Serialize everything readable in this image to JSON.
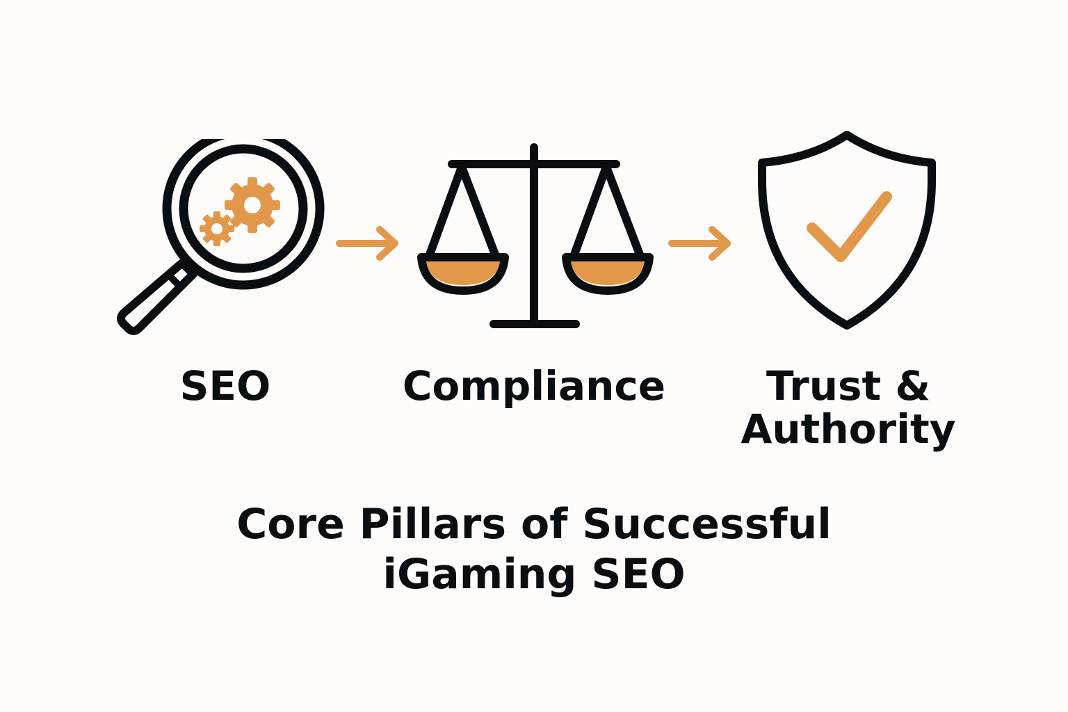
{
  "colors": {
    "background": "#fdfcfb",
    "stroke": "#0a0e10",
    "accent": "#e2984a"
  },
  "pillars": [
    {
      "label": "SEO",
      "icon": "magnifier-gears-icon"
    },
    {
      "label": "Compliance",
      "icon": "balance-scale-icon"
    },
    {
      "label": "Trust & Authority",
      "label_line1": "Trust &",
      "label_line2": "Authority",
      "icon": "shield-check-icon"
    }
  ],
  "connectors": [
    {
      "icon": "arrow-right-icon",
      "from": "SEO",
      "to": "Compliance"
    },
    {
      "icon": "arrow-right-icon",
      "from": "Compliance",
      "to": "Trust & Authority"
    }
  ],
  "title": {
    "line1": "Core Pillars of Successful",
    "line2": "iGaming SEO"
  }
}
